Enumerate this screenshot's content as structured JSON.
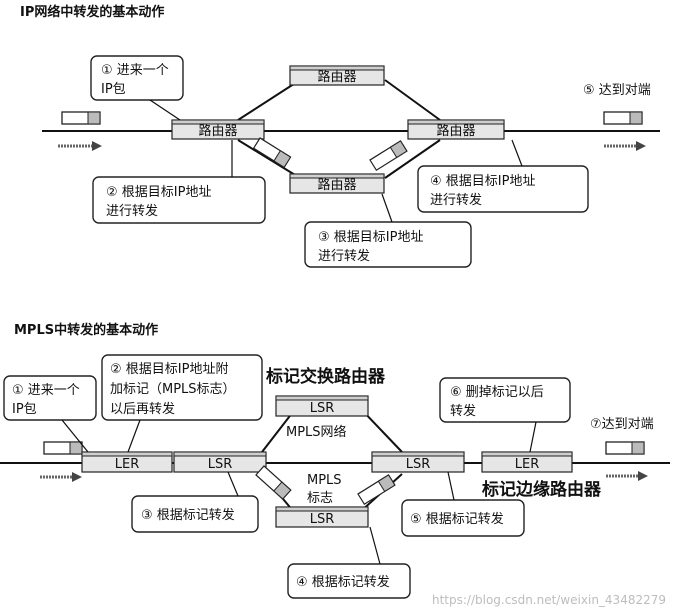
{
  "ip_section": {
    "title": "IP网络中转发的基本动作",
    "routers": [
      "路由器",
      "路由器",
      "路由器",
      "路由器"
    ],
    "callouts": [
      {
        "lines": [
          "① 进来一个",
          "IP包"
        ]
      },
      {
        "lines": [
          "② 根据目标IP地址",
          "进行转发"
        ]
      },
      {
        "lines": [
          "③ 根据目标IP地址",
          "进行转发"
        ]
      },
      {
        "lines": [
          "④ 根据目标IP地址",
          "进行转发"
        ]
      }
    ],
    "arrive_label": "⑤ 达到对端"
  },
  "mpls_section": {
    "title": "MPLS中转发的基本动作",
    "routers": [
      "LER",
      "LSR",
      "LSR",
      "LSR",
      "LSR",
      "LER"
    ],
    "network_label": "MPLS网络",
    "label_tag": [
      "MPLS",
      "标志"
    ],
    "callouts": [
      {
        "lines": [
          "① 进来一个",
          "IP包"
        ]
      },
      {
        "lines": [
          "② 根据目标IP地址附",
          "加标记（MPLS标志）",
          "以后再转发"
        ]
      },
      {
        "lines": [
          "③ 根据标记转发"
        ]
      },
      {
        "lines": [
          "④ 根据标记转发"
        ]
      },
      {
        "lines": [
          "⑤ 根据标记转发"
        ]
      },
      {
        "lines": [
          "⑥ 删掉标记以后",
          "转发"
        ]
      }
    ],
    "arrive_label": "⑦达到对端",
    "annot_lsr": "标记交换路由器",
    "annot_ler": "标记边缘路由器"
  },
  "watermark": "https://blog.csdn.net/weixin_43482279"
}
